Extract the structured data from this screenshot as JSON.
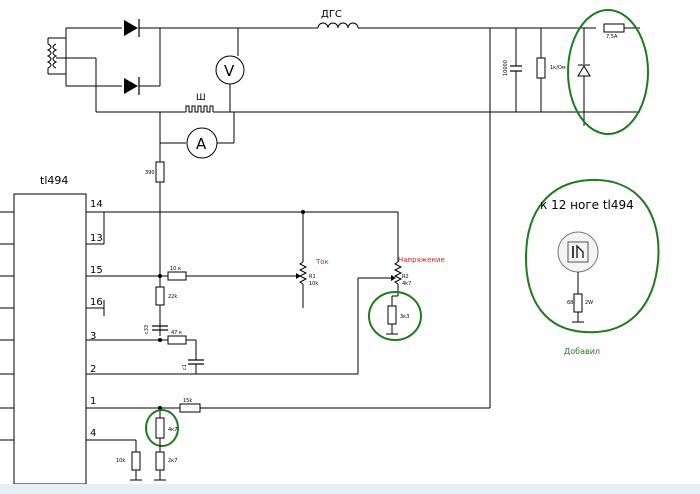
{
  "chip": {
    "name": "tl494",
    "pins": [
      "14",
      "13",
      "15",
      "16",
      "3",
      "2",
      "1",
      "4"
    ]
  },
  "labels": {
    "choke": "ДГС",
    "shunt": "Ш",
    "voltmeter": "V",
    "ammeter": "A",
    "tok": "Ток",
    "napryazhenie": "Напряжение",
    "r1": "R1",
    "r1_val": "10k",
    "r2": "R2",
    "r2_val": "4k7",
    "fuse": "7,5A",
    "load": "1к/Ом",
    "cap_big": "10000",
    "r390": "390",
    "r10k_15": "10 к",
    "r22k": "22k",
    "c3": "c33",
    "r47k": "47 к",
    "c2": "c1",
    "r15k": "15k",
    "r4k7": "4к7",
    "r10k_b": "10k",
    "r2k7": "2к7",
    "r3k3": "3к3",
    "r68": "68",
    "r2w": "2W",
    "note_title": "к 12 ноге tl494",
    "note_added": "Добавил"
  }
}
